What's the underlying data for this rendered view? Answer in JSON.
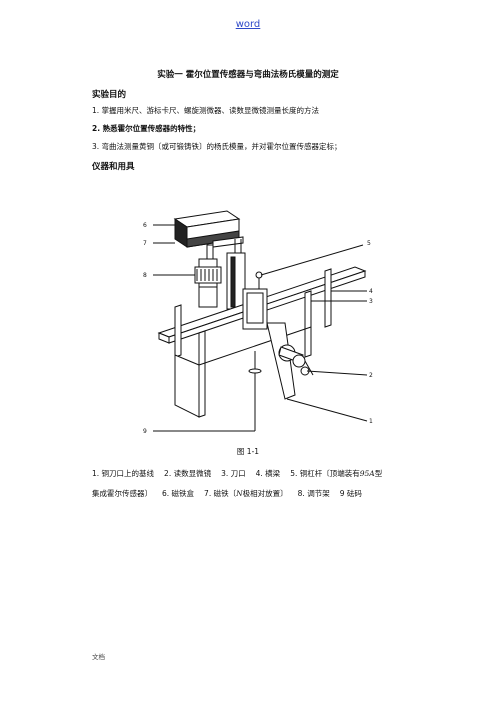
{
  "header": {
    "link_text": "word"
  },
  "doc": {
    "title": "实验一  霍尔位置传感器与弯曲法杨氏模量的测定",
    "sec1_heading": "实验目的",
    "goals": [
      "1. 掌握用米尺、游标卡尺、螺旋测微器、读数显微镜测量长度的方法",
      "2. 熟悉霍尔位置传感器的特性；",
      "3. 弯曲法测量黄铜〔或可锻铸铁〕的杨氏模量，并对霍尔位置传感器定标；"
    ],
    "sec2_heading": "仪器和用具",
    "figure": {
      "labels": [
        "6",
        "7",
        "8",
        "5",
        "4",
        "3",
        "2",
        "1",
        "9"
      ]
    },
    "caption": "图 1-1",
    "legend_line1": [
      "1. 铜刀口上的基线",
      "2. 读数显微镜",
      "3. 刀口",
      "4. 横梁",
      "5. 铜杠杆〔顶端装有"
    ],
    "legend_line1_ital": "95A",
    "legend_line1_tail": "型",
    "legend_line2_start": "集成霍尔传感器〕",
    "legend_line2_b": "6. 磁铁盒",
    "legend_line2_c": "7. 磁铁〔",
    "legend_line2_ital": "N",
    "legend_line2_d": "极相对放置〕",
    "legend_line2_e": "8. 调节架",
    "legend_line2_f": "9 砝码"
  },
  "footer": {
    "text": "文档"
  }
}
